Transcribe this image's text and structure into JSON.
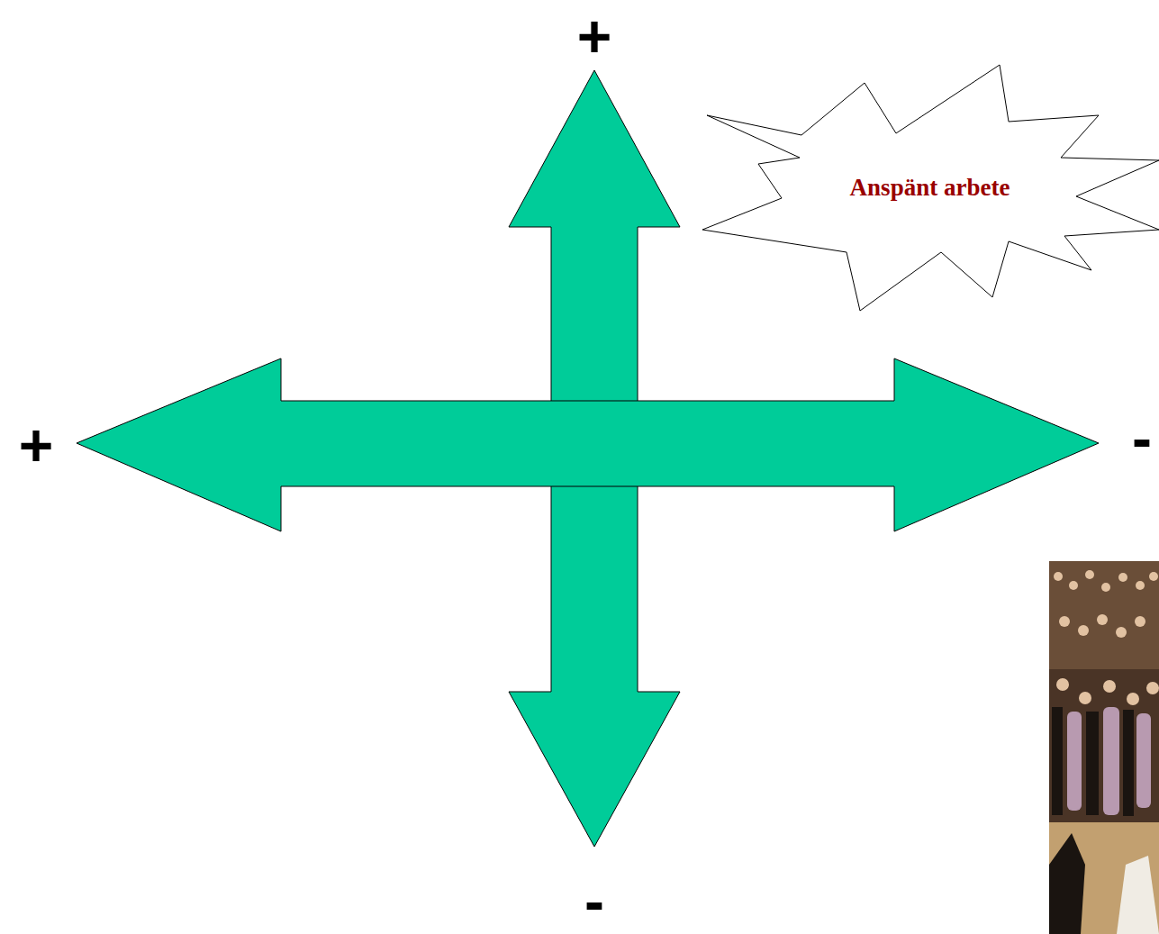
{
  "diagram": {
    "nodes": [
      {
        "text": [
          "Anspänt arbete"
        ]
      }
    ],
    "labels": [
      "+",
      "+",
      "-",
      "-"
    ]
  }
}
